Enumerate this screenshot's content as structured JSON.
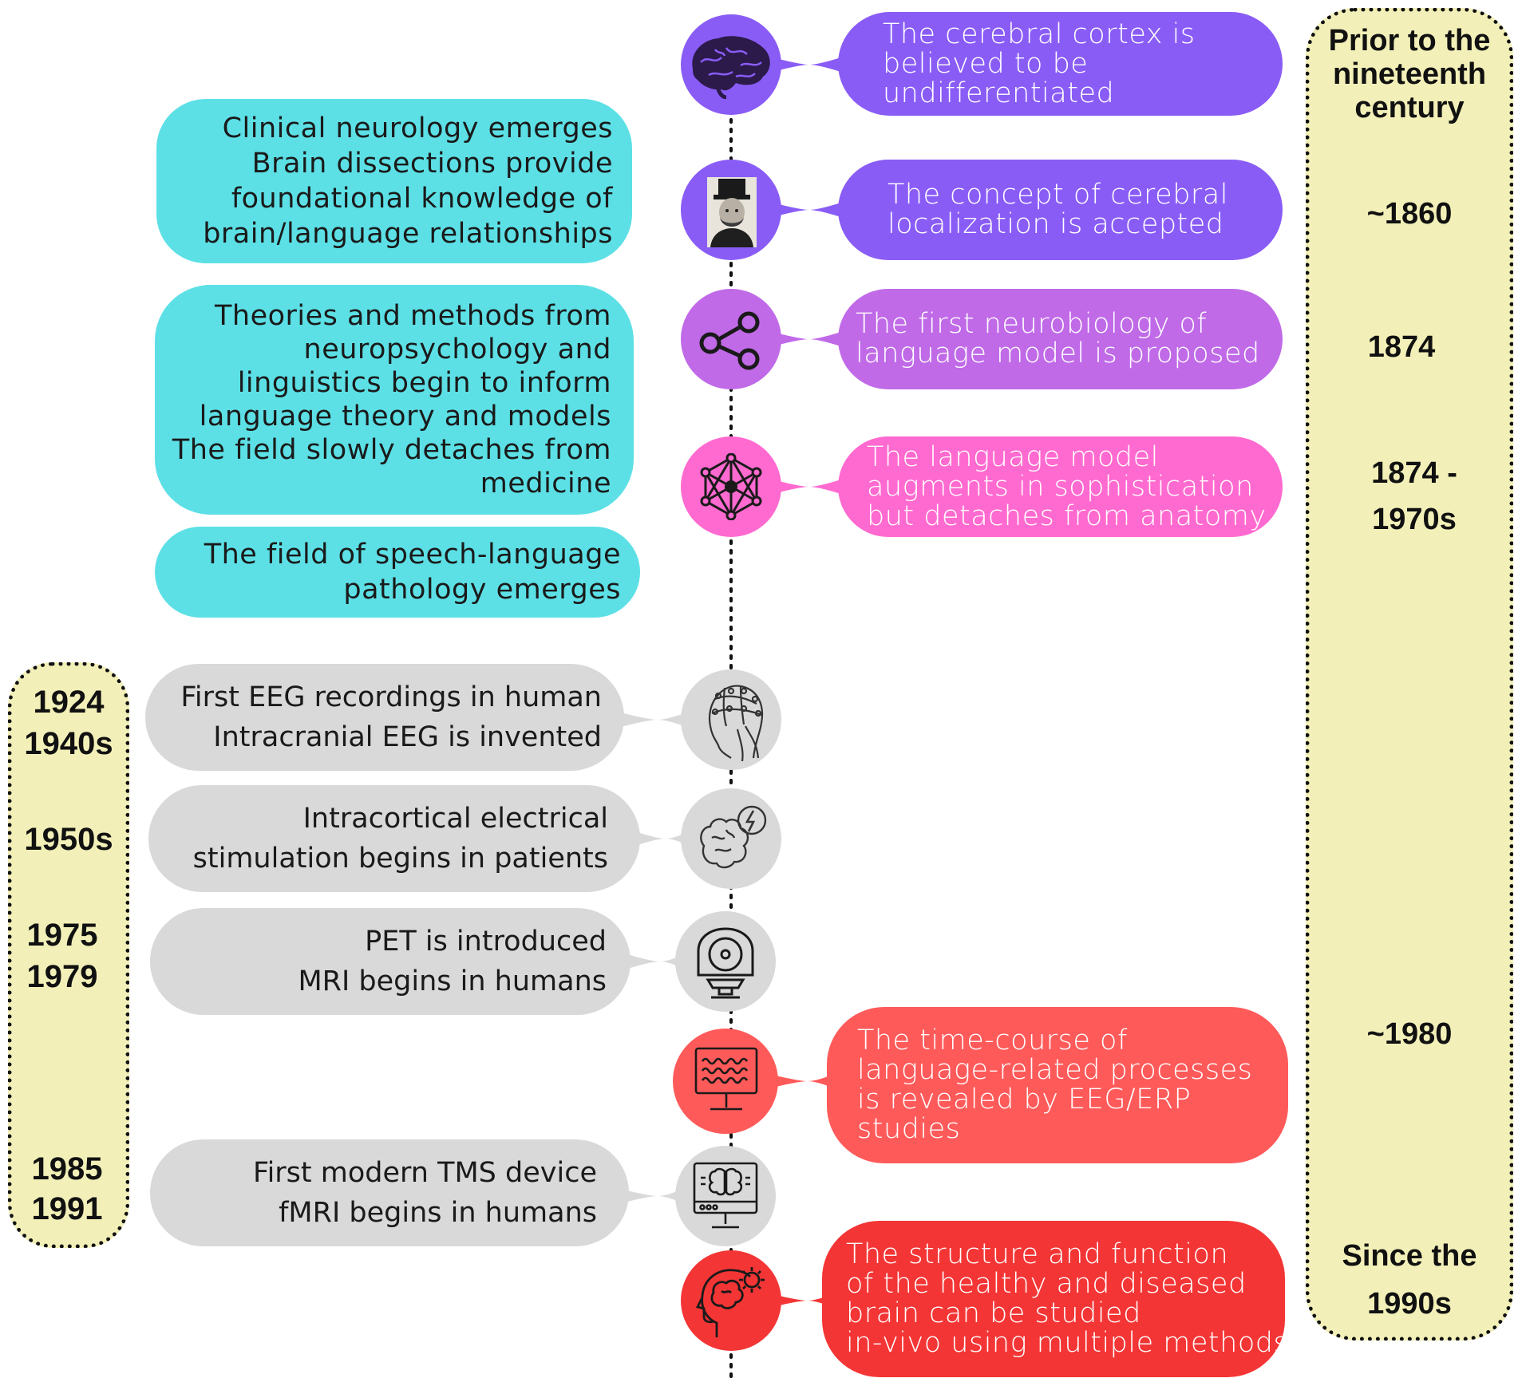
{
  "colors": {
    "purple": "#8a5cf6",
    "violet": "#c06ae8",
    "pink": "#ff6ad0",
    "red_light": "#ff5a5a",
    "red": "#f43535",
    "cyan": "#5ce0e6",
    "grey": "#d9d9d9",
    "yellow_box": "#f2f0b8"
  },
  "right_events": [
    {
      "lines": [
        "The cerebral cortex is",
        "believed to be",
        "undifferentiated"
      ],
      "icon": "brain-engraving-icon",
      "color": "#8a5cf6"
    },
    {
      "lines": [
        "The concept of cerebral",
        "localization is accepted"
      ],
      "icon": "portrait-icon",
      "color": "#8a5cf6"
    },
    {
      "lines": [
        "The first neurobiology of",
        "language model is proposed"
      ],
      "icon": "network-share-icon",
      "color": "#c06ae8"
    },
    {
      "lines": [
        "The language model",
        "augments in sophistication",
        "but detaches from anatomy"
      ],
      "icon": "neural-network-icon",
      "color": "#ff6ad0"
    },
    {
      "lines": [
        "The time-course of",
        "language-related processes",
        "is revealed by EEG/ERP",
        "studies"
      ],
      "icon": "monitor-waveform-icon",
      "color": "#ff5a5a"
    },
    {
      "lines": [
        "The structure and function",
        "of the healthy and diseased",
        "brain can be studied",
        "in-vivo using multiple methods"
      ],
      "icon": "head-gear-icon",
      "color": "#f43535"
    }
  ],
  "clinical_events": [
    {
      "lines": [
        "Clinical neurology emerges",
        "Brain dissections provide",
        "foundational knowledge of",
        "brain/language relationships"
      ]
    },
    {
      "lines": [
        "Theories and methods from",
        "neuropsychology and",
        "linguistics begin to inform",
        "language theory and models",
        "The field slowly detaches from",
        "medicine"
      ]
    },
    {
      "lines": [
        "The field of speech-language",
        "pathology emerges"
      ]
    }
  ],
  "method_events": [
    {
      "lines": [
        "First EEG recordings in human",
        "Intracranial EEG is invented"
      ],
      "icon": "eeg-head-icon"
    },
    {
      "lines": [
        "Intracortical electrical",
        "stimulation begins in patients"
      ],
      "icon": "brain-stimulation-icon"
    },
    {
      "lines": [
        "PET is introduced",
        "MRI begins in humans"
      ],
      "icon": "scanner-icon"
    },
    {
      "lines": [
        "First modern TMS device",
        "fMRI begins in humans"
      ],
      "icon": "brain-monitor-icon"
    }
  ],
  "right_years": [
    {
      "lines": [
        "Prior to the",
        "nineteenth",
        "century"
      ]
    },
    {
      "lines": [
        "~1860"
      ]
    },
    {
      "lines": [
        "1874"
      ]
    },
    {
      "lines": [
        "1874 -",
        "1970s"
      ]
    },
    {
      "lines": [
        "~1980"
      ]
    },
    {
      "lines": [
        "Since the",
        "1990s"
      ]
    }
  ],
  "left_years": [
    {
      "lines": [
        "1924",
        "1940s"
      ]
    },
    {
      "lines": [
        "1950s"
      ]
    },
    {
      "lines": [
        "1975",
        "1979"
      ]
    },
    {
      "lines": [
        "1985",
        "1991"
      ]
    }
  ]
}
